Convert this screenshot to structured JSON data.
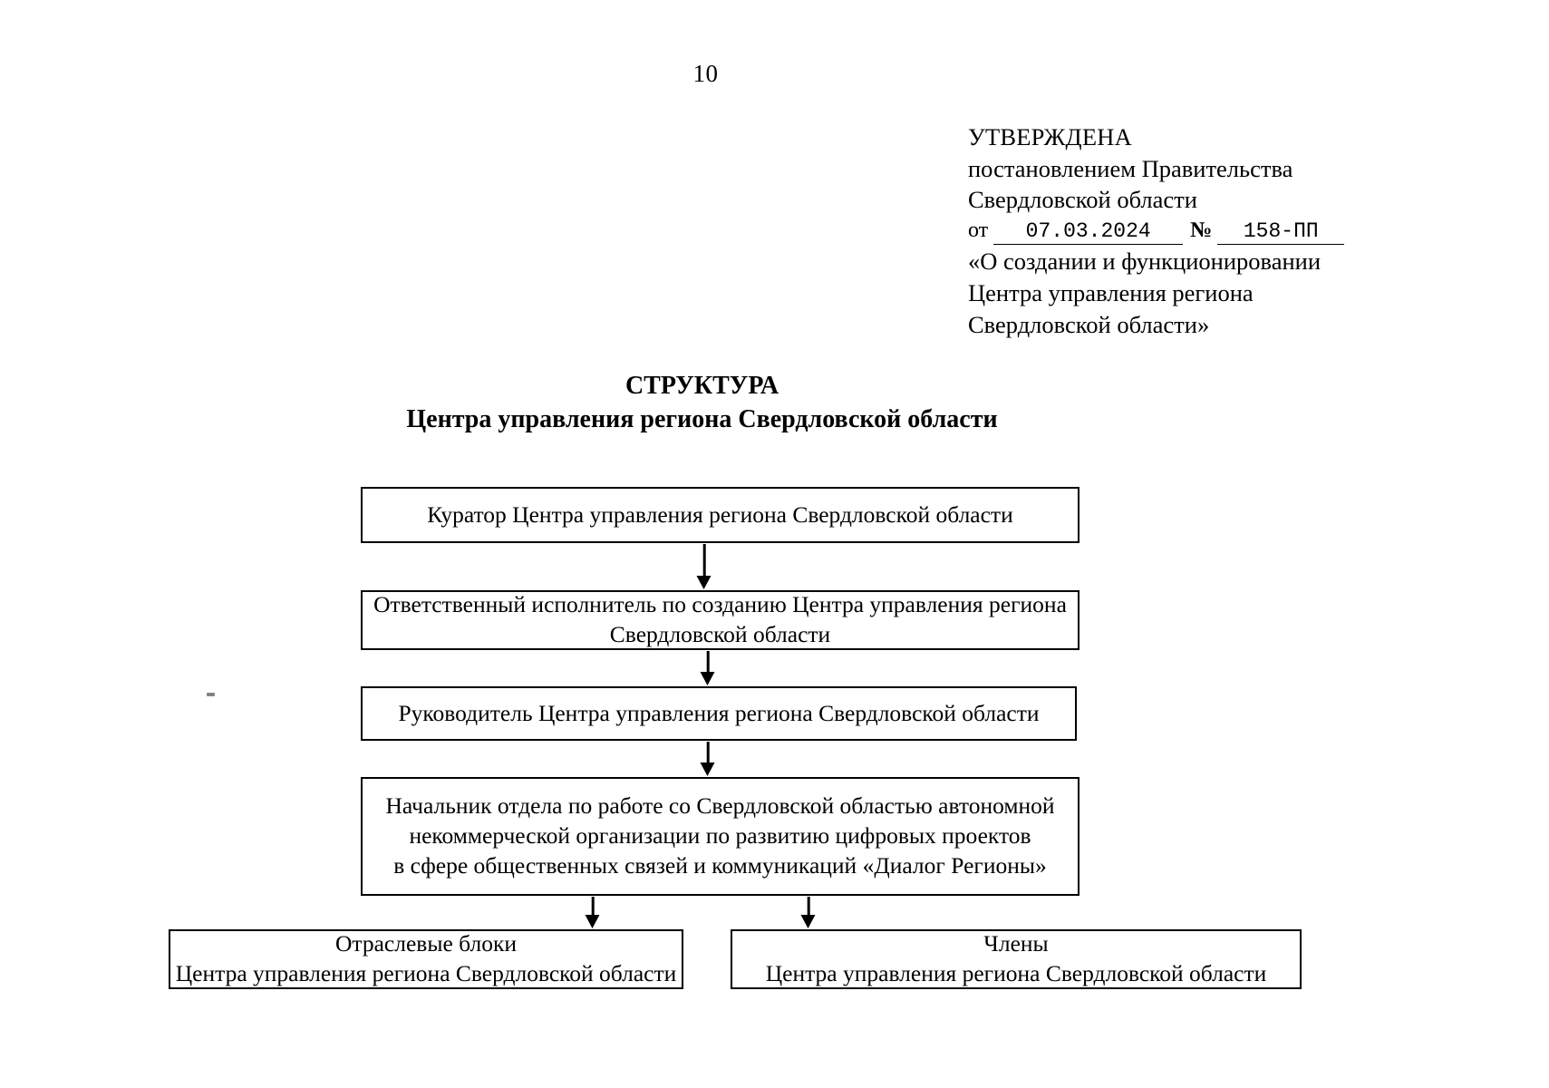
{
  "page": {
    "number": "10"
  },
  "approval": {
    "line1": "УТВЕРЖДЕНА",
    "line2": "постановлением Правительства",
    "line3": "Свердловской области",
    "date_label": "от",
    "date_value": "07.03.2024",
    "numero_symbol": "№",
    "number_value": "158-ПП",
    "line5": "«О создании и функционировании",
    "line6": "Центра управления региона",
    "line7": "Свердловской области»"
  },
  "chart_title": {
    "line1": "СТРУКТУРА",
    "line2": "Центра управления региона Свердловской области"
  },
  "diagram": {
    "nodes": [
      {
        "id": "curator",
        "lines": [
          "Куратор Центра управления региона Свердловской области"
        ]
      },
      {
        "id": "executor",
        "lines": [
          "Ответственный исполнитель по созданию Центра управления региона",
          "Свердловской области"
        ]
      },
      {
        "id": "head",
        "lines": [
          "Руководитель Центра управления региона Свердловской области"
        ]
      },
      {
        "id": "dept",
        "lines": [
          "Начальник отдела по работе со Свердловской областью автономной",
          "некоммерческой организации по развитию цифровых проектов",
          "в сфере общественных связей и коммуникаций «Диалог Регионы»"
        ]
      },
      {
        "id": "blocks",
        "lines": [
          "Отраслевые блоки",
          "Центра управления региона Свердловской области"
        ]
      },
      {
        "id": "members",
        "lines": [
          "Члены",
          "Центра управления региона Свердловской области"
        ]
      }
    ],
    "connectors": [
      {
        "from": "curator",
        "to": "executor"
      },
      {
        "from": "executor",
        "to": "head"
      },
      {
        "from": "head",
        "to": "dept"
      },
      {
        "from": "dept",
        "to": "blocks"
      },
      {
        "from": "dept",
        "to": "members"
      }
    ]
  },
  "colors": {
    "ink": "#000000",
    "paper": "#ffffff"
  }
}
